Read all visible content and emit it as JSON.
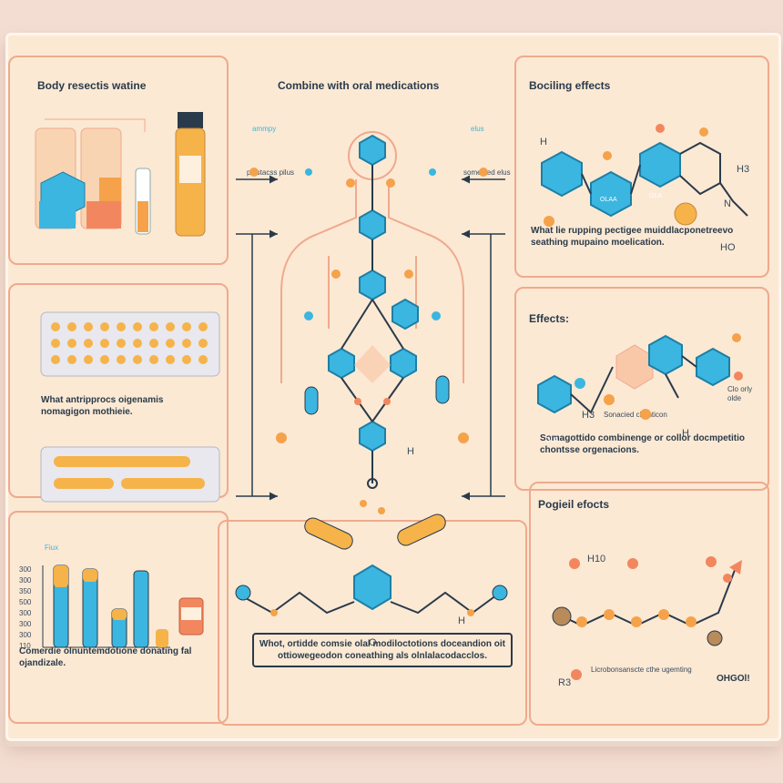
{
  "panels": {
    "top_left": {
      "title": "Body resectis watine"
    },
    "top_center": {
      "title": "Combine with oral medications",
      "label_left": "pilrstacss pilus",
      "label_right": "somegied elus",
      "tag_left": "ammpy",
      "tag_right": "elus"
    },
    "top_right": {
      "title": "Bociling effects",
      "text": "What lie rupping pectigee muiddlacponetreevo seathing mupaino moelication."
    },
    "mid_left": {
      "text": "What antripprocs oigenamis nomagigon mothieie."
    },
    "mid_right": {
      "title": "Effects:",
      "text": "Somagottido combinenge or collor docmpetitio chontsse orgenacions.",
      "label_a": "Sonacied chenticon",
      "label_b": "Clo orly olde"
    },
    "bottom_left": {
      "text": "Comerdie olnuntemdotione donating fal ojandizale.",
      "tag": "Fiux",
      "axis_ticks": [
        "300",
        "300",
        "350",
        "500",
        "300",
        "300",
        "300",
        "110"
      ]
    },
    "bottom_center": {
      "text": "Whot, ortidde comsie olal modiloctotions doceandion oit ottiowegeodon coneathing als olnlalacodacclos."
    },
    "bottom_right": {
      "title": "Pogieil efocts",
      "text": "Licrobonsanscte cthe ugemting",
      "label_end": "OHGOl!"
    }
  },
  "chem_labels": {
    "h3": "H3",
    "h": "H",
    "n": "N",
    "ho": "HO",
    "h3_b": "H3",
    "h_b": "H",
    "h_c": "H",
    "h10": "H10",
    "r3": "R3",
    "o": "O",
    "ola": "OLA",
    "ola_b": "OLA",
    "olaa": "OLAA",
    "h_d": "H"
  },
  "colors": {
    "accent_blue": "#3bb6e0",
    "accent_orange": "#f5a24a",
    "panel_border": "#f0a98d",
    "background": "#fbe9d4",
    "text": "#2a3a4a"
  }
}
